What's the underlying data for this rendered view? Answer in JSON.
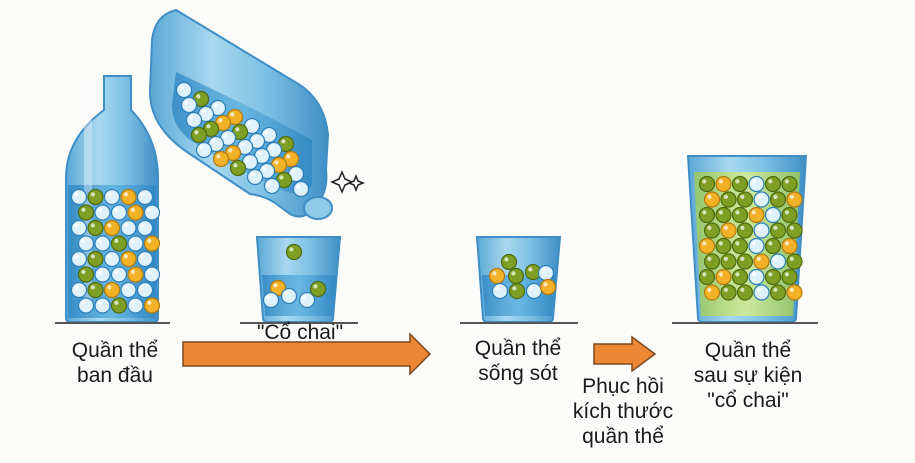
{
  "labels": {
    "initial_population": [
      "Quần thể",
      "ban đầu"
    ],
    "bottleneck": "\"Cổ chai\"",
    "surviving_population": [
      "Quần thể",
      "sống sót"
    ],
    "recovery": [
      "Phục hồi",
      "kích thước",
      "quần thể"
    ],
    "post_bottleneck_population": [
      "Quần thể",
      "sau sự kiện",
      "\"cổ chai\""
    ]
  },
  "colors": {
    "glass_blue": "#6fb8df",
    "glass_light": "#cfe9f6",
    "water": "#3a96cf",
    "ball_blue": "#dff1fb",
    "ball_green": "#7f9f24",
    "ball_yellow": "#f2b126",
    "arrow_orange": "#ee8733",
    "arrow_outline": "#7a4a22",
    "green_tint": "#bfe07a"
  }
}
